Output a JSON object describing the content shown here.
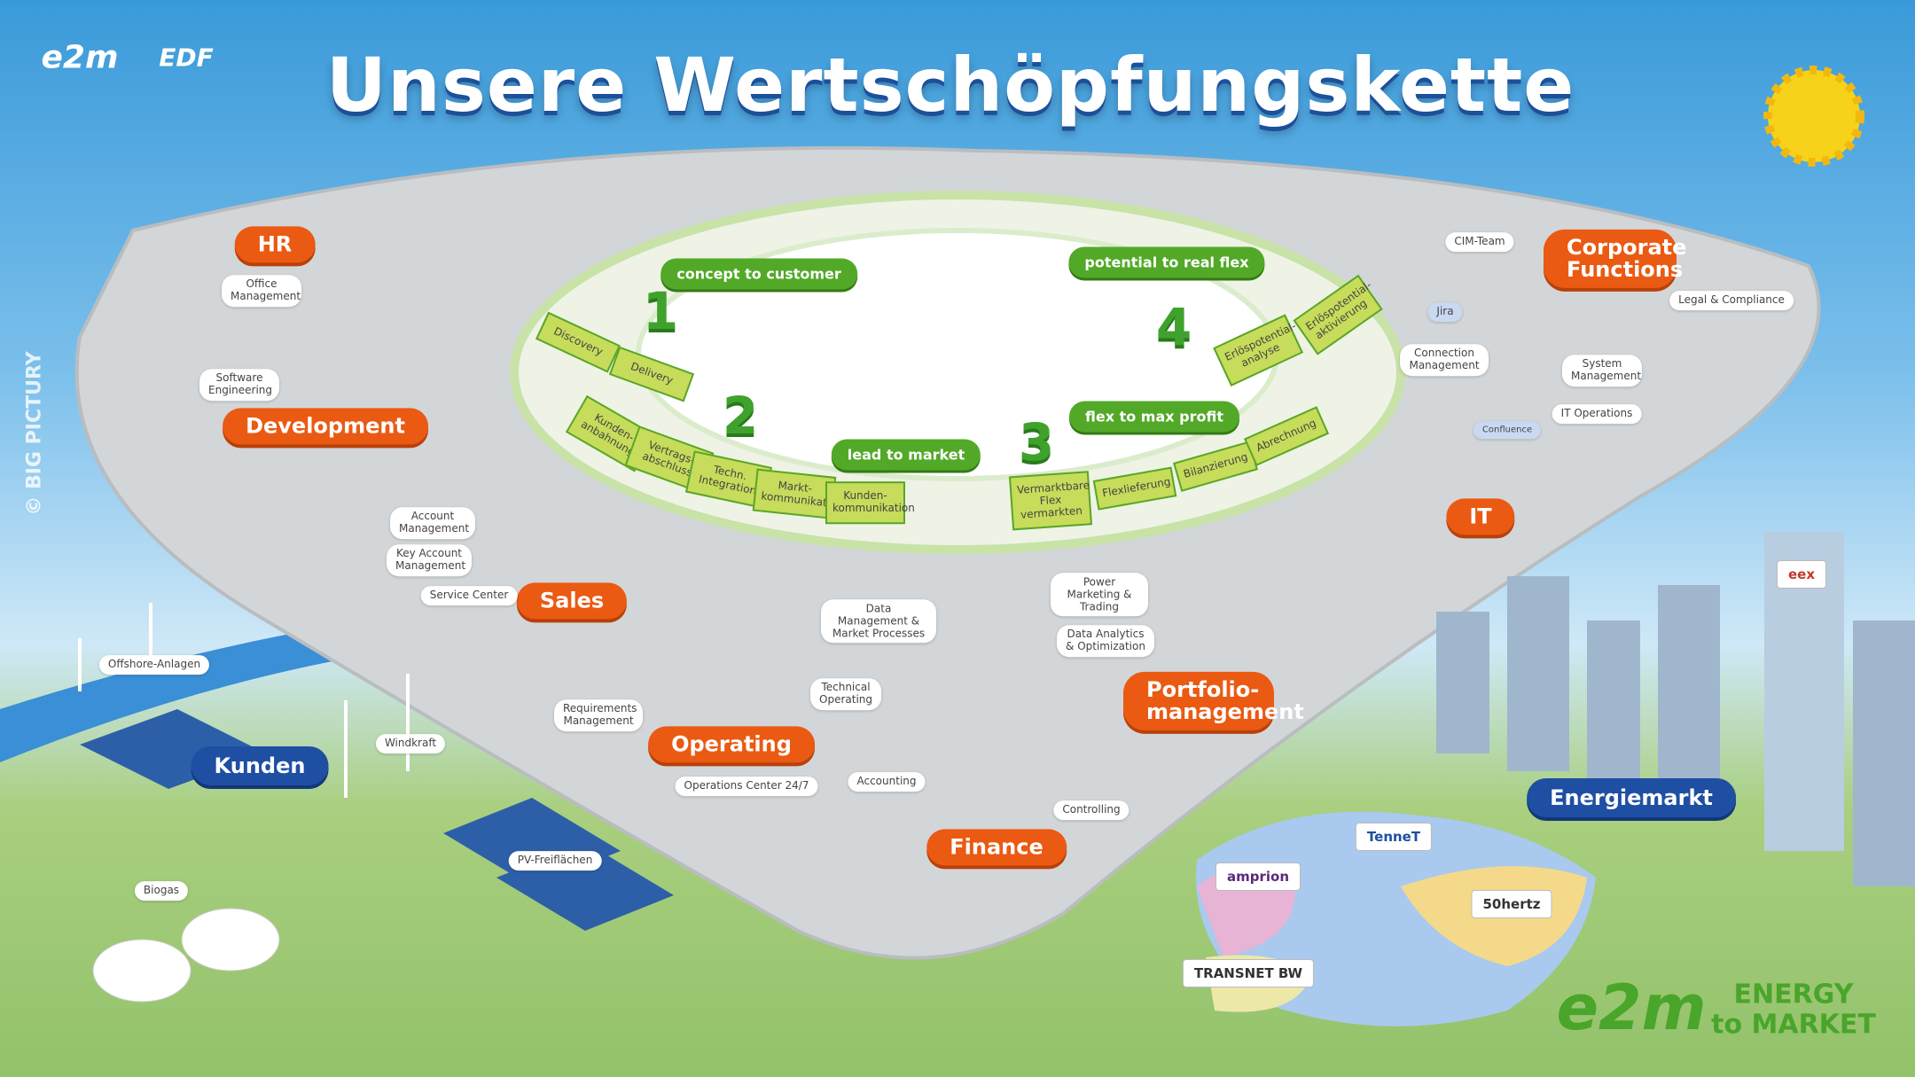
{
  "header": {
    "title": "Unsere Wertschöpfungskette",
    "logo_e2m": "e2m",
    "logo_edf": "EDF",
    "copyright": "© BIG PICTURY"
  },
  "departments": {
    "hr": "HR",
    "development": "Development",
    "sales": "Sales",
    "kunden": "Kunden",
    "operating": "Operating",
    "finance": "Finance",
    "portfolio": "Portfolio-management",
    "energiemarkt": "Energiemarkt",
    "it": "IT",
    "corporate": "Corporate Functions"
  },
  "tags": {
    "office": "Office Management",
    "software": "Software Engineering",
    "account": "Account Management",
    "key_account": "Key Account Management",
    "service": "Service Center",
    "offshore": "Offshore-Anlagen",
    "windkraft": "Windkraft",
    "biogas": "Biogas",
    "pv": "PV-Freiflächen",
    "requirements": "Requirements Management",
    "ops_center": "Operations Center 24/7",
    "tech_operating": "Technical Operating",
    "data_mgmt": "Data Management & Market Processes",
    "accounting": "Accounting",
    "controlling": "Controlling",
    "power_marketing": "Power Marketing & Trading",
    "data_analytics": "Data Analytics & Optimization",
    "it_operations": "IT Operations",
    "system_mgmt": "System Management",
    "connection_mgmt": "Connection Management",
    "cim": "CIM-Team",
    "legal": "Legal & Compliance",
    "jira": "Jira",
    "confluence": "Confluence"
  },
  "phases": [
    {
      "number": "1",
      "label": "concept to customer",
      "steps": [
        "Discovery",
        "Delivery"
      ]
    },
    {
      "number": "2",
      "label": "lead to market",
      "steps": [
        "Kunden-anbahnung",
        "Vertrags-abschluss",
        "Techn. Integration",
        "Markt-kommunikation",
        "Kunden-kommunikation"
      ]
    },
    {
      "number": "3",
      "label": "flex to max profit",
      "steps": [
        "Vermarktbare Flex vermarkten",
        "Flexlieferung",
        "Bilanzierung",
        "Abrechnung"
      ]
    },
    {
      "number": "4",
      "label": "potential to real flex",
      "steps": [
        "Erlöspotential-analyse",
        "Erlöspotential-aktivierung"
      ]
    }
  ],
  "map": {
    "amprion": "amprion",
    "tennet": "TenneT",
    "hertz": "50hertz",
    "transnet": "TRANSNET BW",
    "eex": "eex"
  },
  "footer": {
    "logo": "e2m",
    "tagline1": "ENERGY",
    "tagline2": "to MARKET"
  }
}
